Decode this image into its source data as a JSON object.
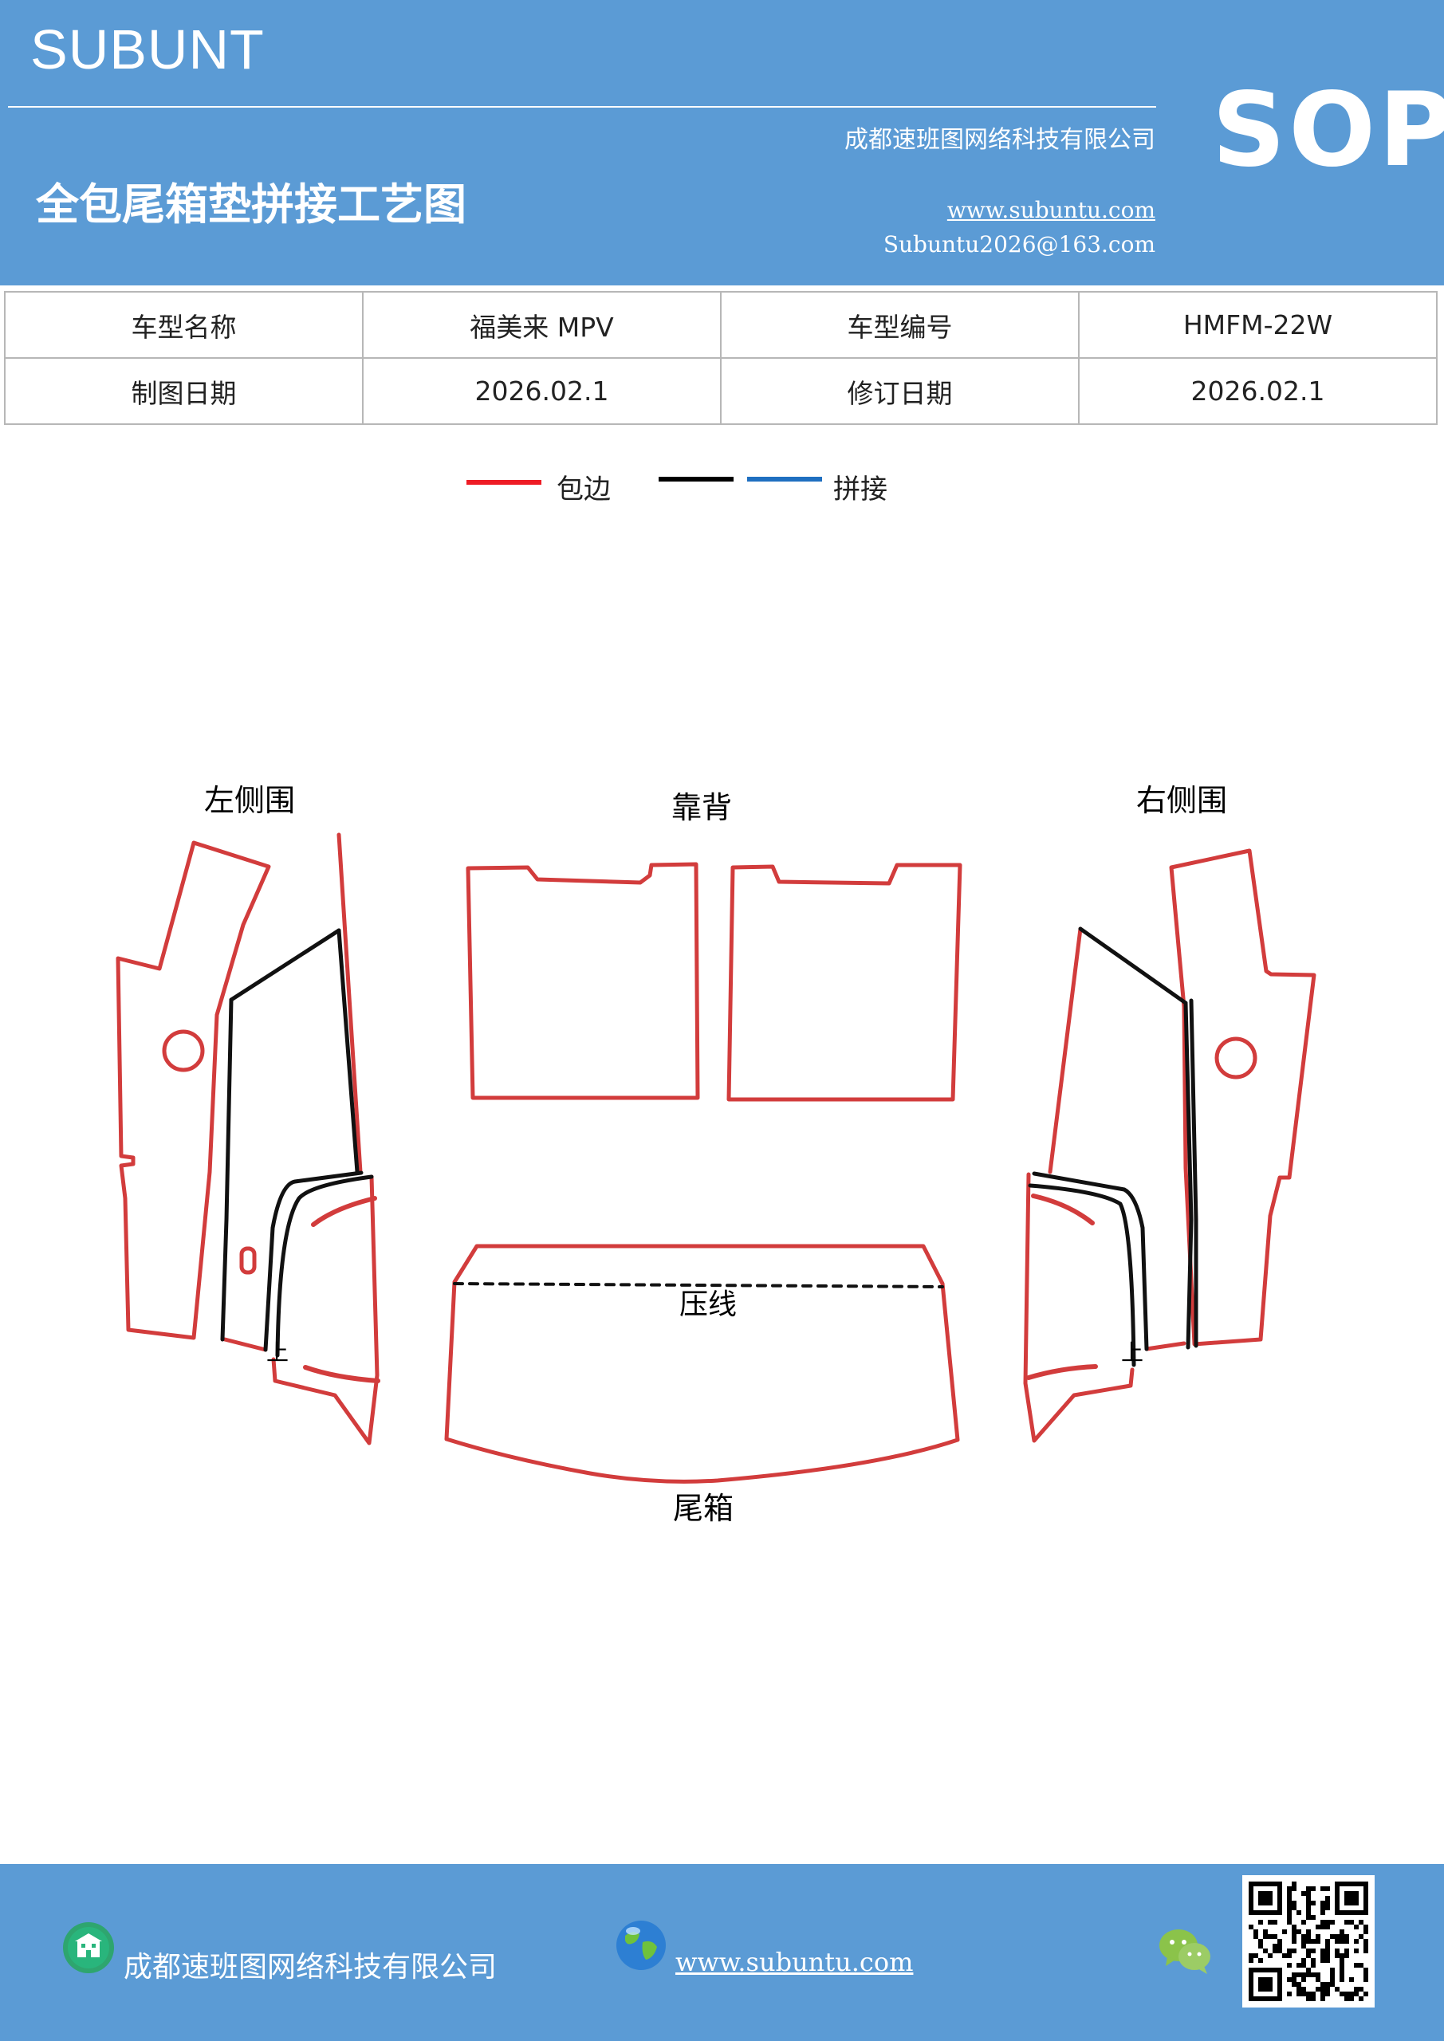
{
  "header": {
    "brand": "SUBUNT",
    "company": "成都速班图网络科技有限公司",
    "title": "全包尾箱垫拼接工艺图",
    "website": "www.subuntu.com",
    "email": "Subuntu2026@163.com",
    "badge": "SOP"
  },
  "info_table": {
    "rows": [
      [
        "车型名称",
        "福美来 MPV",
        "车型编号",
        "HMFM-22W"
      ],
      [
        "制图日期",
        "2026.02.1",
        "修订日期",
        "2026.02.1"
      ]
    ]
  },
  "legend": {
    "items": [
      {
        "label": "包边",
        "color": "#ee1c25"
      },
      {
        "label": "",
        "color": "#000000"
      },
      {
        "label": "拼接",
        "color": "#1f6fc0"
      }
    ]
  },
  "diagram": {
    "outline_color": "#d23c3c",
    "seam_color": "#111111",
    "labels": {
      "left_side": "左侧围",
      "back": "靠背",
      "right_side": "右侧围",
      "crease": "压线",
      "trunk": "尾箱",
      "up_mark": "上"
    }
  },
  "footer": {
    "company": "成都速班图网络科技有限公司",
    "website": "www.subuntu.com",
    "icons": [
      "building-icon",
      "globe-icon",
      "wechat-icon",
      "qr-code"
    ]
  }
}
